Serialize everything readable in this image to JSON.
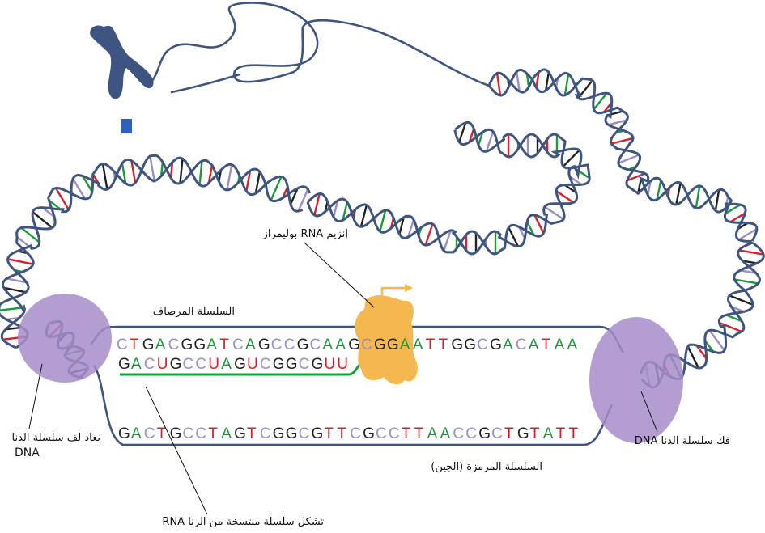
{
  "labels": {
    "rna_polymerase": "إنزيم RNA بوليمراز",
    "template_strand": "السلسلة المرصاف",
    "coding_strand": "السلسلة المرمزة (الجين)",
    "rna_forming": "تشكل سلسلة منتسخة من الرنا RNA",
    "dna_rewind_line1": "يعاد لف سلسلة الدنا",
    "dna_rewind_line2": "DNA",
    "dna_unwind": "فك سلسلة الدنا DNA"
  },
  "sequences": {
    "template": "CTGACGGATCAGCCGCAAGCGGAATTGGCGACATAA",
    "rna": "GACUGCCUAGUCGGCGUU",
    "coding": "GACTGCCTAGTCGGCGTTCGCCTTAACCGCTGTATT"
  },
  "colors": {
    "A": "#1a9a3a",
    "C": "#9b8ec4",
    "G": "#222222",
    "T": "#d8202a",
    "U": "#d8202a",
    "dna_backbone": "#3d5580",
    "rna_strand": "#1a9a3a",
    "enzyme": "#f4b84e",
    "bubble": "#a78cc9",
    "chromosome": "#3d5580",
    "chromosome_marker": "#2f5fc0"
  }
}
